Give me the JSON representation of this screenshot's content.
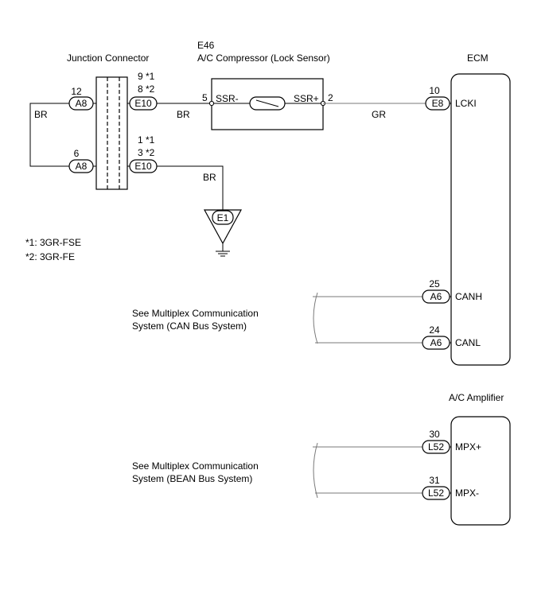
{
  "labels": {
    "junction_connector": "Junction Connector",
    "e46_code": "E46",
    "e46_name": "A/C Compressor (Lock Sensor)",
    "ecm": "ECM",
    "ac_amplifier": "A/C Amplifier",
    "note1": "*1: 3GR-FSE",
    "note2": "*2: 3GR-FE",
    "see_can_1": "See Multiplex Communication",
    "see_can_2": "System (CAN Bus System)",
    "see_bean_1": "See Multiplex Communication",
    "see_bean_2": "System (BEAN Bus System)"
  },
  "pins": {
    "jc_a8_top": "12",
    "jc_a8_bottom": "6",
    "jc_e10_top_1": "9 *1",
    "jc_e10_top_2": "8 *2",
    "jc_e10_bottom_1": "1 *1",
    "jc_e10_bottom_2": "3 *2",
    "comp_left": "5",
    "comp_right": "2",
    "ecm_lcki": "10",
    "ecm_canh": "25",
    "ecm_canl": "24",
    "amp_mpxp": "30",
    "amp_mpxm": "31"
  },
  "connectors": {
    "a8_top": "A8",
    "a8_bottom": "A8",
    "e10_top": "E10",
    "e10_bottom": "E10",
    "e8": "E8",
    "a6_canh": "A6",
    "a6_canl": "A6",
    "l52_mpxp": "L52",
    "l52_mpxm": "L52",
    "ground": "E1"
  },
  "terminals": {
    "ssr_minus": "SSR-",
    "ssr_plus": "SSR+",
    "lcki": "LCKI",
    "canh": "CANH",
    "canl": "CANL",
    "mpx_plus": "MPX+",
    "mpx_minus": "MPX-"
  },
  "wire_colors": {
    "br_left": "BR",
    "br_mid": "BR",
    "gr": "GR",
    "br_ground": "BR"
  }
}
